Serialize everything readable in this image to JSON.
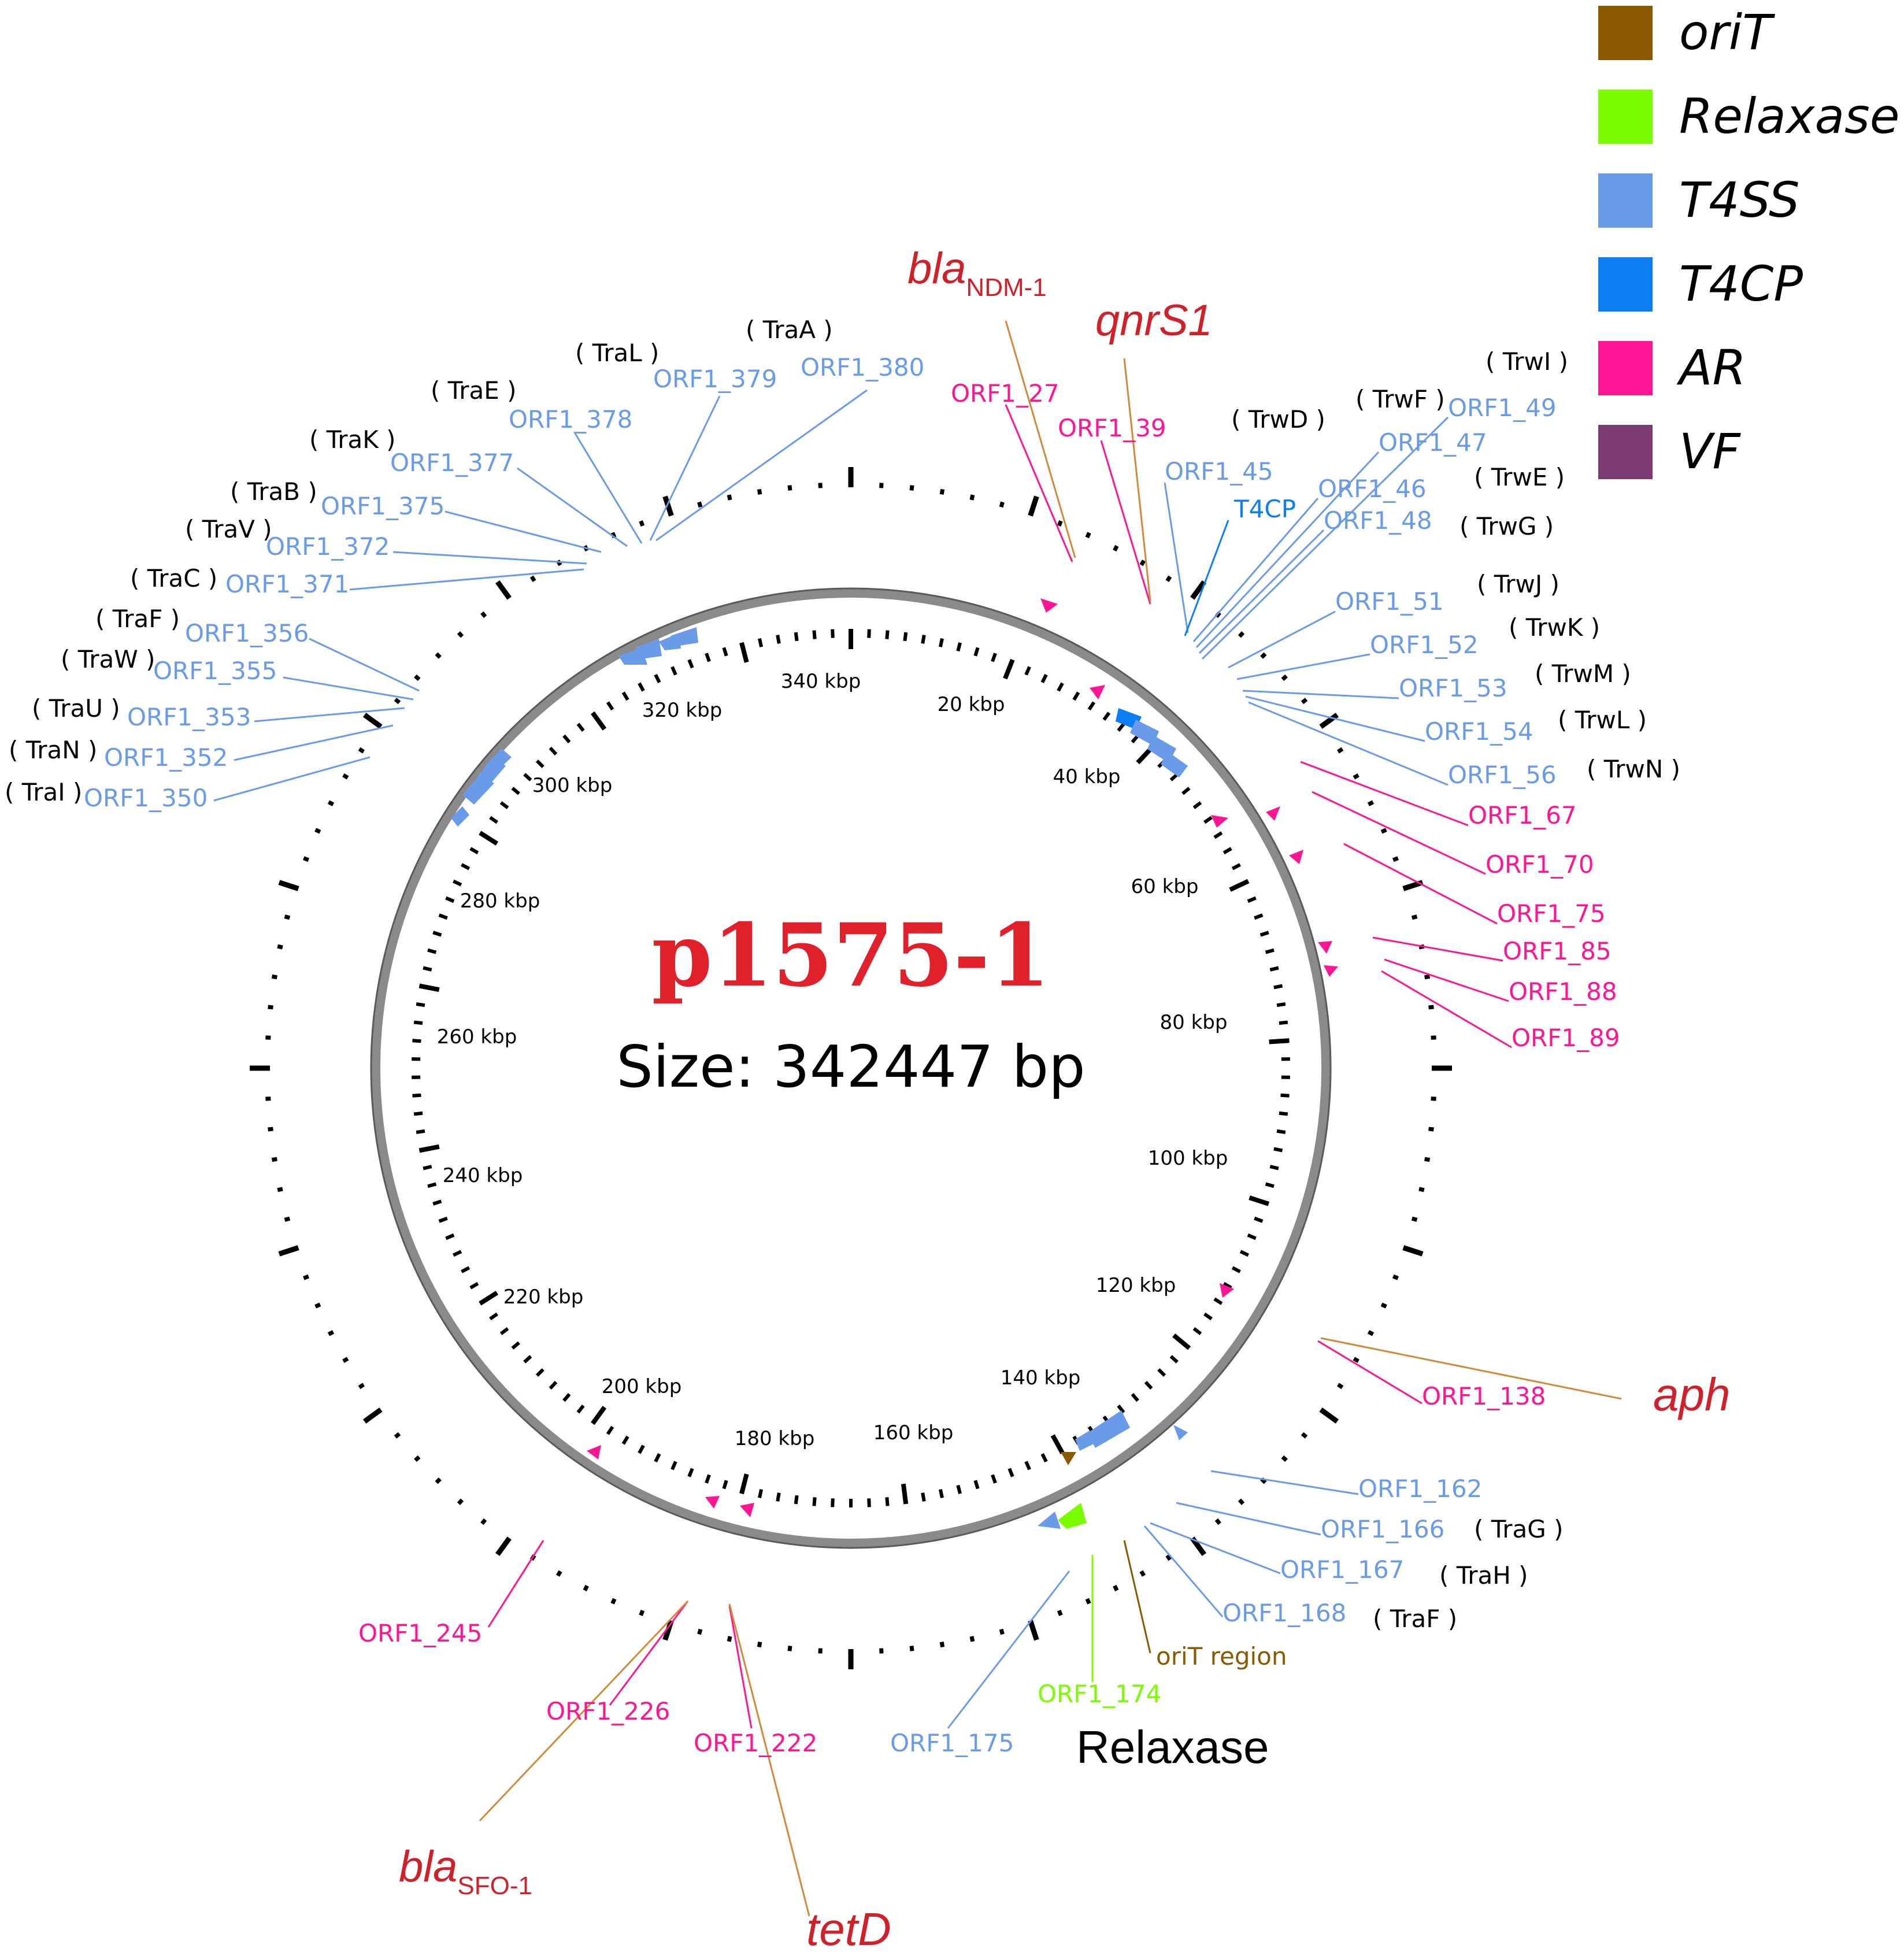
{
  "plasmid": {
    "name": "p1575-1",
    "size_label": "Size: 342447 bp"
  },
  "legend": [
    {
      "label": "oriT",
      "color": "#8b5a00"
    },
    {
      "label": "Relaxase",
      "color": "#7cfc00"
    },
    {
      "label": "T4SS",
      "color": "#6a9be8"
    },
    {
      "label": "T4CP",
      "color": "#0a7ef2"
    },
    {
      "label": "AR",
      "color": "#ff1493"
    },
    {
      "label": "VF",
      "color": "#7b3b72"
    }
  ],
  "ruler": [
    "20 kbp",
    "40 kbp",
    "60 kbp",
    "80 kbp",
    "100 kbp",
    "120 kbp",
    "140 kbp",
    "160 kbp",
    "180 kbp",
    "200 kbp",
    "220 kbp",
    "240 kbp",
    "260 kbp",
    "280 kbp",
    "300 kbp",
    "320 kbp",
    "340 kbp"
  ],
  "orf_labels": {
    "orf1_27": "ORF1_27",
    "orf1_39": "ORF1_39",
    "orf1_45": "ORF1_45",
    "t4cp": "T4CP",
    "orf1_46": "ORF1_46",
    "orf1_47": "ORF1_47",
    "orf1_48": "ORF1_48",
    "orf1_49": "ORF1_49",
    "orf1_51": "ORF1_51",
    "orf1_52": "ORF1_52",
    "orf1_53": "ORF1_53",
    "orf1_54": "ORF1_54",
    "orf1_56": "ORF1_56",
    "orf1_67": "ORF1_67",
    "orf1_70": "ORF1_70",
    "orf1_75": "ORF1_75",
    "orf1_85": "ORF1_85",
    "orf1_88": "ORF1_88",
    "orf1_89": "ORF1_89",
    "orf1_138": "ORF1_138",
    "orf1_162": "ORF1_162",
    "orf1_166": "ORF1_166",
    "orf1_167": "ORF1_167",
    "orf1_168": "ORF1_168",
    "orit_region": "oriT region",
    "orf1_174": "ORF1_174",
    "orf1_175": "ORF1_175",
    "orf1_222": "ORF1_222",
    "orf1_226": "ORF1_226",
    "orf1_245": "ORF1_245",
    "orf1_350": "ORF1_350",
    "orf1_352": "ORF1_352",
    "orf1_353": "ORF1_353",
    "orf1_355": "ORF1_355",
    "orf1_356": "ORF1_356",
    "orf1_371": "ORF1_371",
    "orf1_372": "ORF1_372",
    "orf1_375": "ORF1_375",
    "orf1_377": "ORF1_377",
    "orf1_378": "ORF1_378",
    "orf1_379": "ORF1_379",
    "orf1_380": "ORF1_380"
  },
  "protein_labels": {
    "trwd": "( TrwD )",
    "trwf": "( TrwF )",
    "trwi": "( TrwI )",
    "trwe": "( TrwE )",
    "trwg": "( TrwG )",
    "trwj": "( TrwJ )",
    "trwk": "( TrwK )",
    "trwm": "( TrwM )",
    "trwl": "( TrwL )",
    "trwn": "( TrwN )",
    "trag": "( TraG )",
    "trah": "( TraH )",
    "traf_r": "( TraF )",
    "traa": "( TraA )",
    "tral": "( TraL )",
    "trae": "( TraE )",
    "trak": "( TraK )",
    "trab": "( TraB )",
    "trav": "( TraV )",
    "trac": "( TraC )",
    "traf_l": "( TraF )",
    "traw": "( TraW )",
    "trau": "( TraU )",
    "tran": "( TraN )",
    "trai": "( TraI )"
  },
  "genes": {
    "bla_ndm_main": "bla",
    "bla_ndm_sub": "NDM-1",
    "qnrs1": "qnrS1",
    "aph": "aph",
    "tetd": "tetD",
    "bla_sfo_main": "bla",
    "bla_sfo_sub": "SFO-1",
    "relaxase": "Relaxase"
  }
}
